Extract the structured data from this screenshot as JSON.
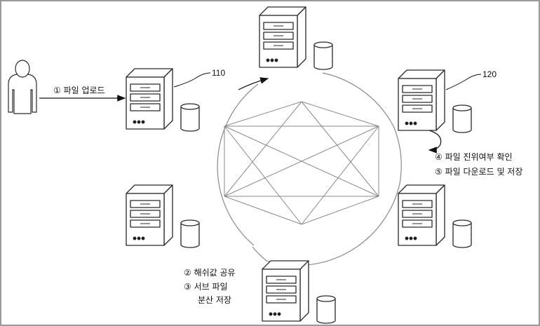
{
  "labels": {
    "step1": "① 파일 업로드",
    "step2": "② 해쉬값 공유",
    "step3_line1": "③ 서브 파일",
    "step3_line2": "분산 저장",
    "step4": "④ 파일 진위여부 확인",
    "step5": "⑤ 파일 다운로드 및 저장"
  },
  "refs": {
    "node_first": "110",
    "node_second": "120"
  },
  "nodes": [
    {
      "id": "top"
    },
    {
      "id": "upper-left",
      "ref": "node_first"
    },
    {
      "id": "upper-right",
      "ref": "node_second"
    },
    {
      "id": "lower-left"
    },
    {
      "id": "lower-right"
    },
    {
      "id": "bottom"
    }
  ],
  "colors": {
    "line": "#2a2a2a",
    "mesh": "#8a8a8a",
    "ring": "#8a8a8a",
    "frame": "#9a9a9a"
  }
}
